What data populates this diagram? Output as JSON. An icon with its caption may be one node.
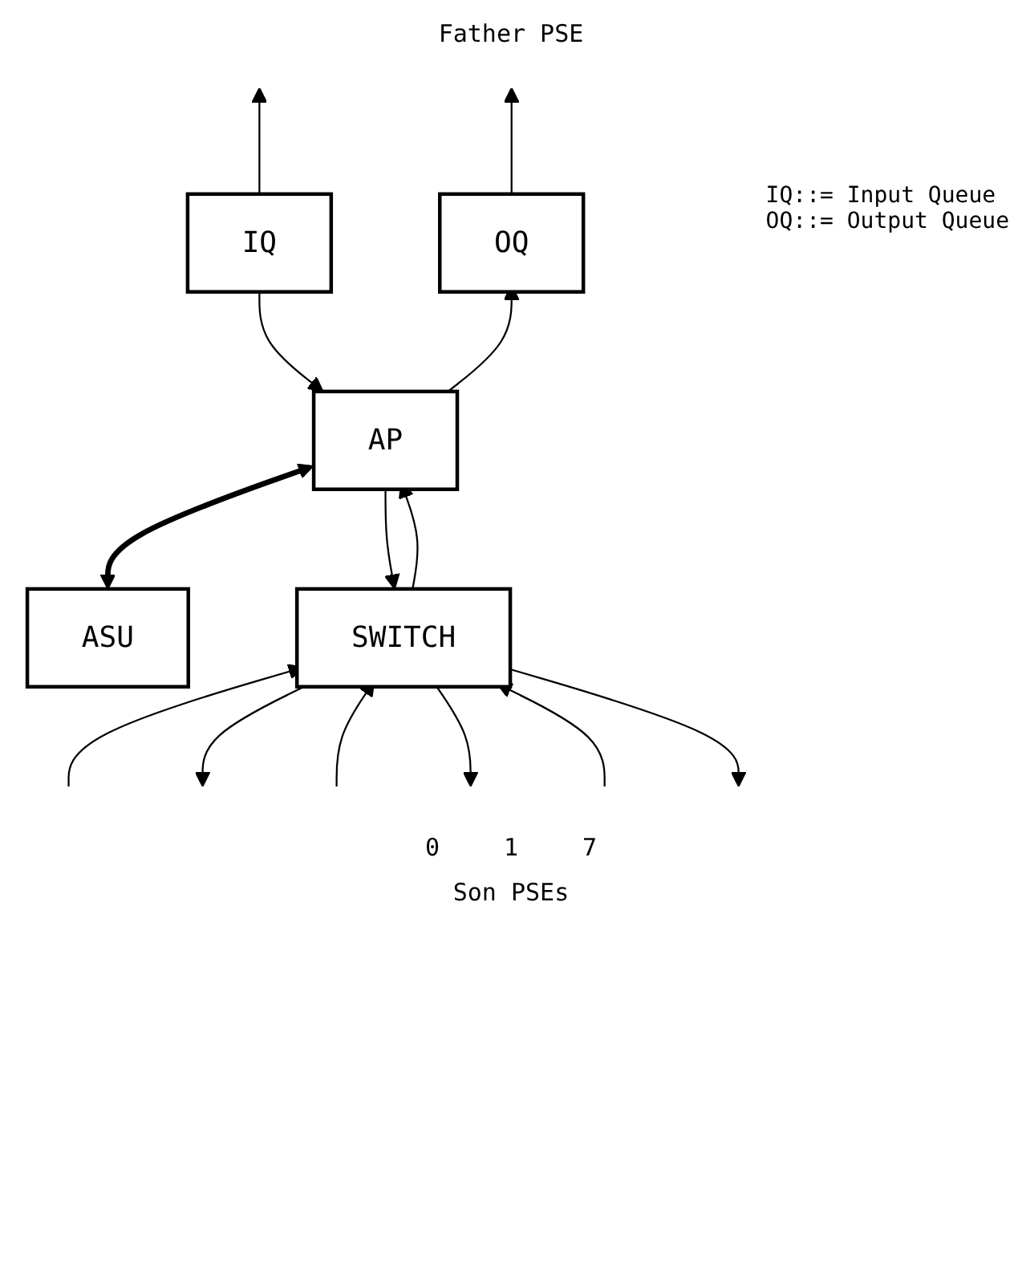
{
  "diagram": {
    "nodes": [
      {
        "text": [
          "IQ"
        ]
      },
      {
        "text": [
          "OQ"
        ]
      },
      {
        "text": [
          "AP"
        ]
      },
      {
        "text": [
          "ASU"
        ]
      },
      {
        "text": [
          "SWITCH"
        ]
      }
    ],
    "edges": [
      {
        "from": 0,
        "to": null,
        "arrow": "to"
      },
      {
        "from": 1,
        "to": null,
        "arrow": "to"
      },
      {
        "from": 0,
        "to": 2,
        "arrow": "to"
      },
      {
        "from": 2,
        "to": 1,
        "arrow": "to"
      },
      {
        "from": 2,
        "to": 3,
        "arrow": "both",
        "style": "thick"
      },
      {
        "from": 2,
        "to": 4,
        "arrow": "to"
      },
      {
        "from": 4,
        "to": 2,
        "arrow": "to"
      },
      {
        "from": null,
        "to": 4,
        "arrow": "to"
      },
      {
        "from": 4,
        "to": null,
        "arrow": "to"
      },
      {
        "from": null,
        "to": 4,
        "arrow": "to"
      },
      {
        "from": 4,
        "to": null,
        "arrow": "to"
      },
      {
        "from": null,
        "to": 4,
        "arrow": "to"
      },
      {
        "from": 4,
        "to": null,
        "arrow": "to"
      }
    ],
    "labels": [
      "Father PSE",
      "IQ::= Input Queue",
      "OQ::= Output Queue",
      "0",
      "1",
      "7",
      "Son PSEs"
    ]
  }
}
